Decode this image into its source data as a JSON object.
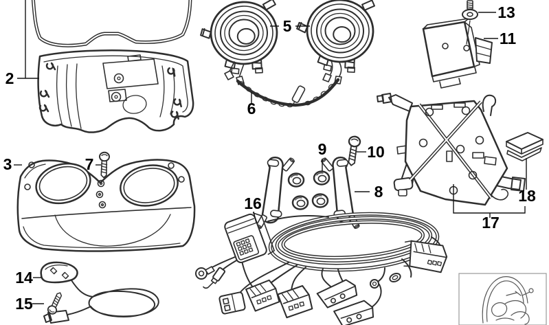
{
  "diagram": {
    "kind": "exploded-parts-diagram",
    "background_color": "#ffffff",
    "line_color": "#2e2e2e",
    "label_color": "#000000",
    "callouts": [
      {
        "number": "2"
      },
      {
        "number": "3"
      },
      {
        "number": "5"
      },
      {
        "number": "6"
      },
      {
        "number": "7"
      },
      {
        "number": "8"
      },
      {
        "number": "9"
      },
      {
        "number": "10"
      },
      {
        "number": "11"
      },
      {
        "number": "13"
      },
      {
        "number": "14"
      },
      {
        "number": "15"
      },
      {
        "number": "16"
      },
      {
        "number": "17"
      },
      {
        "number": "18"
      }
    ]
  }
}
